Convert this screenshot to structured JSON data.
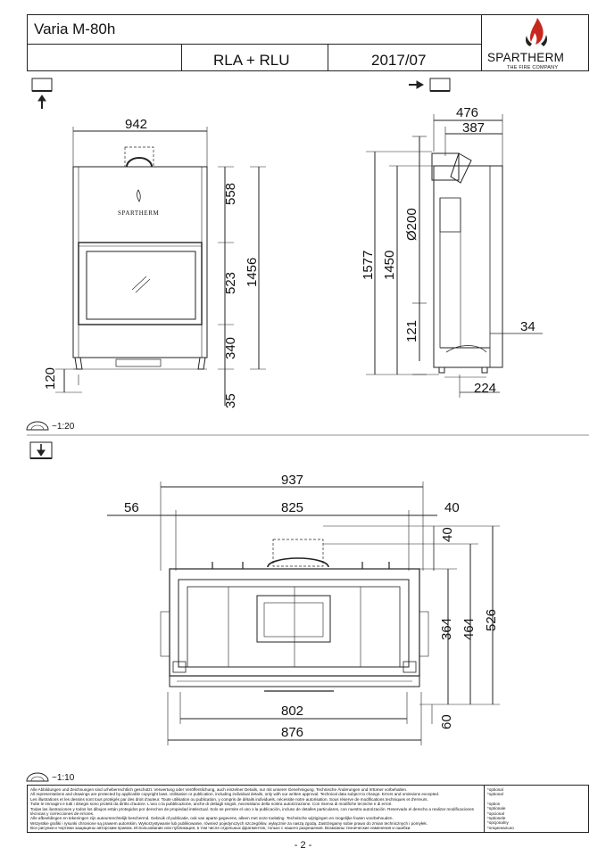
{
  "header": {
    "title": "Varia M-80h",
    "model_code": "RLA + RLU",
    "date": "2017/07",
    "brand": "SPARTHERM",
    "brand_tagline": "THE FIRE COMPANY",
    "stove_label": "SPARTHERM"
  },
  "views": {
    "front": {
      "width": "942",
      "dims": [
        "558",
        "523",
        "340",
        "35"
      ],
      "total_height": "1456",
      "foot_height": "120"
    },
    "side": {
      "depth_total": "476",
      "depth_top": "387",
      "flue": "Ø200",
      "height_total": "1577",
      "height_flue": "1450",
      "base_height": "121",
      "offset_right": "34",
      "foot_depth": "224"
    },
    "top": {
      "width_total": "937",
      "width_inner": "825",
      "left_offset": "56",
      "right_offset": "40",
      "depth_top": "40",
      "depth_364": "364",
      "depth_464": "464",
      "depth_526": "526",
      "width_802": "802",
      "width_876": "876",
      "front_60": "60"
    }
  },
  "scales": {
    "upper": "~1:20",
    "lower": "~1:10"
  },
  "footer": {
    "legal": [
      "Alle Abbildungen und Zeichnungen sind urheberrechtlich geschützt. Verwertung oder Veröffentlichung, auch einzelner Details, nur mit unserer Genehmigung. Technische Änderungen und Irrtümer vorbehalten.",
      "All representations and drawings are protected by applicable copyright laws. Utilisation or publication, including individual details, only with our written approval. Technical data subject to change. Errors and omissions excepted.",
      "Les illustrations et les dessins sont tous protégés par des droit d'auteur. Toute utilisation ou publication, y compris de détails individuels, nécessite notre autorisation. Sous réserve de modifications techniques et d'erreurs.",
      "Tutte le immagini e tutti i disegni sono protetti da diritto d'autore. L'uso o la pubblicazione, anche di dettagli singoli, necessitano della nostra autorizzazione. Con riserva di modifiche tecniche e di errori.",
      "Todas las ilustraciones y todos los dibujos están protegidos por derechos de propiedad intelectual. Solo se permite el uso o la publicación, incluso de detalles particulares, con nuestra autorización. Reservado el derecho a realizar modificaciones técnicas y correcciones de errores.",
      "Alle afbeeldingen en tekeningen zijn auteursrechtelijk beschermd. Gebruik of publicatie, ook van aparte gegevens, alleen met onze toelating. Technische wijzigingen en mogelijke fouten voorbehouden.",
      "Wszystkie grafiki i rysunki chronione są prawem autorskim. Wykorzystywanie lub publikowanie, również pojedynczych szczegółów, wyłącznie za naszą zgodą. Zastrzegamy sobie prawo do zmian technicznych i pomyłek.",
      "Все рисунки и чертежи защищены авторским правом. Использование или публикация, в том числе отдельных фрагментов, только с нашего разрешения. Возможны технические изменения и ошибки."
    ],
    "options": [
      "*optional",
      "*optional",
      "*option",
      "*optionale",
      "*opcional",
      "*optionele",
      "*opcjonalny",
      "*опционально"
    ]
  },
  "page_number": "- 2 -"
}
